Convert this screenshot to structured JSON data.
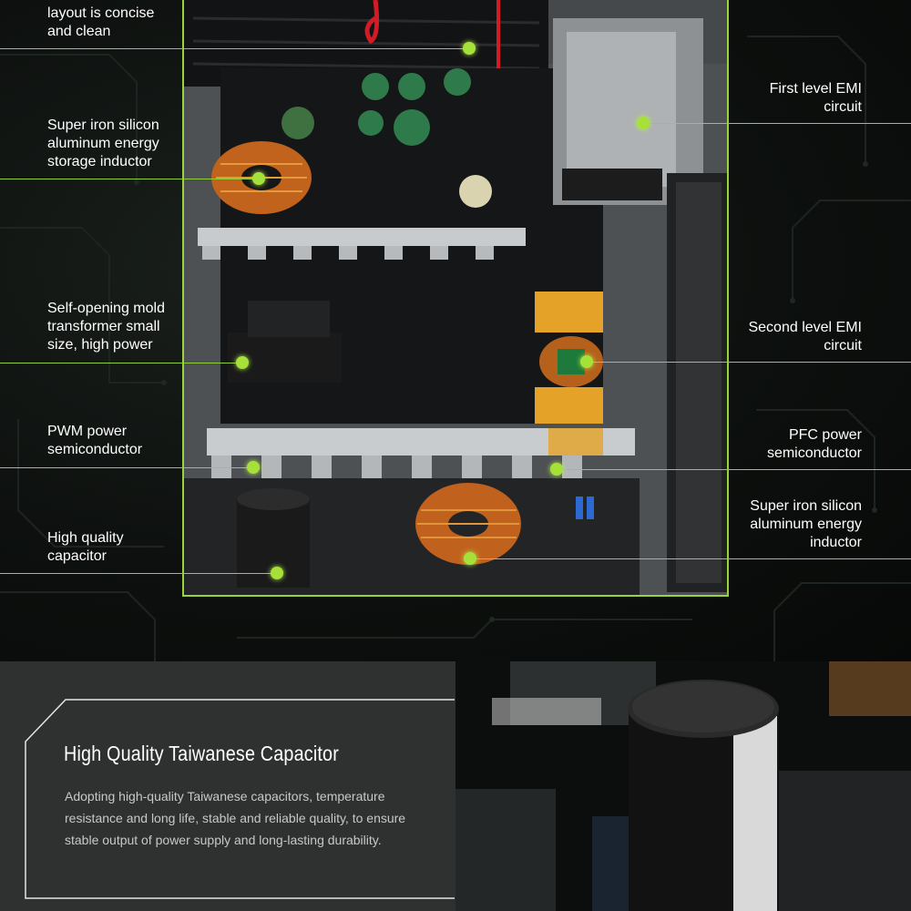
{
  "callouts": {
    "layout": "layout is concise\nand clean",
    "inductor_left": "Super iron silicon\naluminum energy\nstorage inductor",
    "transformer": "Self-opening mold\ntransformer small\nsize, high power",
    "pwm": "PWM power\nsemiconductor",
    "capacitor": "High quality\ncapacitor",
    "emi1": "First level EMI\ncircuit",
    "emi2": "Second level EMI\ncircuit",
    "pfc": "PFC power\nsemiconductor",
    "inductor_right": "Super iron silicon\naluminum energy\ninductor"
  },
  "feature": {
    "title": "High Quality Taiwanese Capacitor",
    "description": "Adopting high-quality Taiwanese capacitors, temperature resistance and long life, stable and reliable quality, to ensure stable output of power supply and long-lasting durability."
  },
  "colors": {
    "accent": "#9ad43a",
    "dot": "#a6e13a",
    "panel": "#2f3030",
    "text": "#ffffff"
  },
  "icons": {
    "callout_marker": "green-dot-icon"
  }
}
